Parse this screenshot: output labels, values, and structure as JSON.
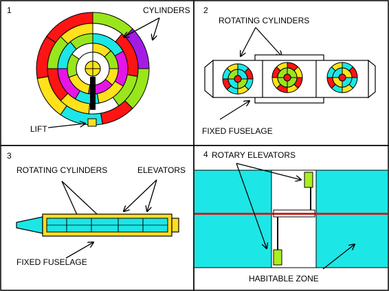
{
  "colors": {
    "red": "#ff1414",
    "lime": "#99e61c",
    "magenta": "#e614e6",
    "cyan": "#1ce6e6",
    "yellow": "#ffe11c",
    "purple": "#a31ce6",
    "white": "#ffffff",
    "fuselage_yellow": "#ffdd22",
    "olive_green": "#aaee22",
    "dark_red": "#cc2222"
  },
  "panels": [
    {
      "number": "1",
      "labels": {
        "cylinders": "CYLINDERS",
        "lift": "LIFT"
      }
    },
    {
      "number": "2",
      "labels": {
        "rotating_cylinders": "ROTATING CYLINDERS",
        "fixed_fuselage": "FIXED FUSELAGE"
      }
    },
    {
      "number": "3",
      "labels": {
        "rotating_cylinders": "ROTATING CYLINDERS",
        "elevators": "ELEVATORS",
        "fixed_fuselage": "FIXED FUSELAGE"
      }
    },
    {
      "number": "4",
      "labels": {
        "rotary_elevators": "ROTARY ELEVATORS",
        "habitable_zone": "HABITABLE ZONE"
      }
    }
  ]
}
